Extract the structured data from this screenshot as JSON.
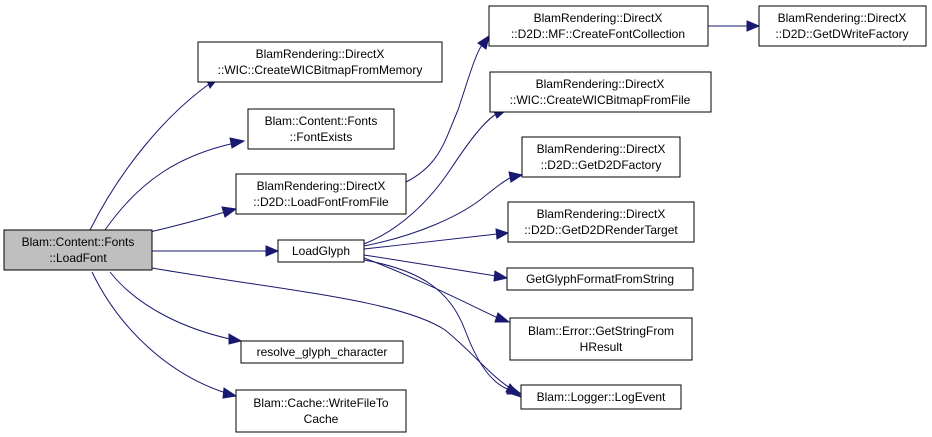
{
  "colors": {
    "edge": "#191970",
    "node_fill": "#ffffff",
    "root_fill": "#bfbfbf",
    "border": "#000000"
  },
  "nodes": {
    "load_font": {
      "lines": [
        "Blam::Content::Fonts",
        "::LoadFont"
      ]
    },
    "create_wic_bitmap_from_memory": {
      "lines": [
        "BlamRendering::DirectX",
        "::WIC::CreateWICBitmapFromMemory"
      ]
    },
    "font_exists": {
      "lines": [
        "Blam::Content::Fonts",
        "::FontExists"
      ]
    },
    "load_font_from_file": {
      "lines": [
        "BlamRendering::DirectX",
        "::D2D::LoadFontFromFile"
      ]
    },
    "load_glyph": {
      "lines": [
        "LoadGlyph"
      ]
    },
    "resolve_glyph_character": {
      "lines": [
        "resolve_glyph_character"
      ]
    },
    "write_file_to_cache": {
      "lines": [
        "Blam::Cache::WriteFileTo",
        "Cache"
      ]
    },
    "create_font_collection": {
      "lines": [
        "BlamRendering::DirectX",
        "::D2D::MF::CreateFontCollection"
      ]
    },
    "get_dwrite_factory": {
      "lines": [
        "BlamRendering::DirectX",
        "::D2D::GetDWriteFactory"
      ]
    },
    "create_wic_bitmap_from_file": {
      "lines": [
        "BlamRendering::DirectX",
        "::WIC::CreateWICBitmapFromFile"
      ]
    },
    "get_d2d_factory": {
      "lines": [
        "BlamRendering::DirectX",
        "::D2D::GetD2DFactory"
      ]
    },
    "get_d2d_render_target": {
      "lines": [
        "BlamRendering::DirectX",
        "::D2D::GetD2DRenderTarget"
      ]
    },
    "get_glyph_format_from_string": {
      "lines": [
        "GetGlyphFormatFromString"
      ]
    },
    "get_string_from_hresult": {
      "lines": [
        "Blam::Error::GetStringFrom",
        "HResult"
      ]
    },
    "log_event": {
      "lines": [
        "Blam::Logger::LogEvent"
      ]
    }
  },
  "edges": [
    [
      "load_font",
      "create_wic_bitmap_from_memory"
    ],
    [
      "load_font",
      "font_exists"
    ],
    [
      "load_font",
      "load_font_from_file"
    ],
    [
      "load_font",
      "load_glyph"
    ],
    [
      "load_font",
      "resolve_glyph_character"
    ],
    [
      "load_font",
      "write_file_to_cache"
    ],
    [
      "load_font",
      "log_event"
    ],
    [
      "load_font_from_file",
      "create_font_collection"
    ],
    [
      "create_font_collection",
      "get_dwrite_factory"
    ],
    [
      "load_glyph",
      "create_wic_bitmap_from_file"
    ],
    [
      "load_glyph",
      "get_d2d_factory"
    ],
    [
      "load_glyph",
      "get_d2d_render_target"
    ],
    [
      "load_glyph",
      "get_glyph_format_from_string"
    ],
    [
      "load_glyph",
      "get_string_from_hresult"
    ],
    [
      "load_glyph",
      "log_event"
    ]
  ]
}
